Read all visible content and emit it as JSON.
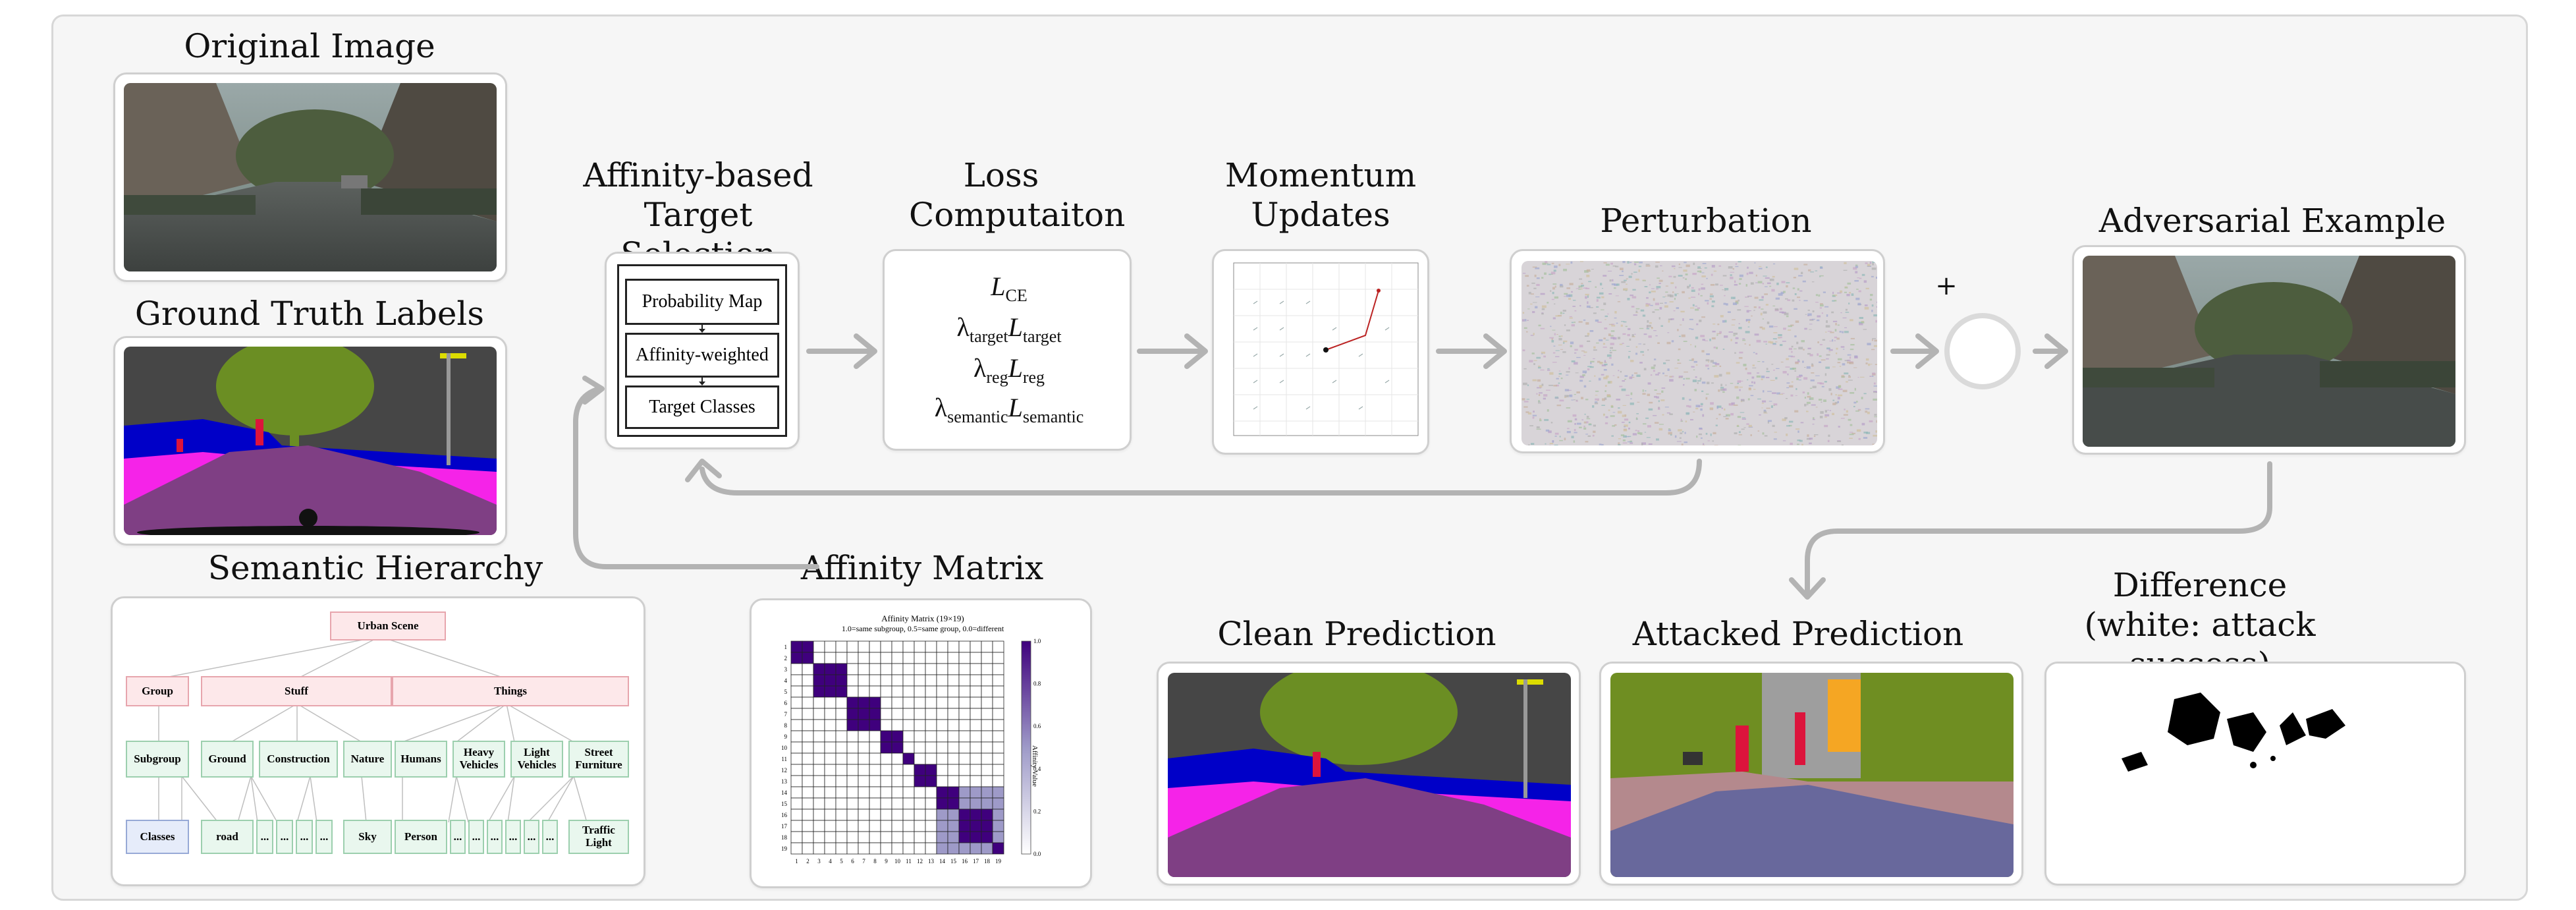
{
  "titles": {
    "original": "Original Image",
    "ground_truth": "Ground Truth Labels",
    "hierarchy": "Semantic Hierarchy",
    "affinity_selection": "Affinity-based Target Selection",
    "loss": "Loss Computaiton",
    "momentum": "Momentum Updates",
    "perturbation": "Perturbation",
    "adversarial": "Adversarial Example",
    "affinity_matrix": "Affinity Matrix",
    "clean_pred": "Clean Prediction",
    "attacked_pred": "Attacked Prediction",
    "difference": "Difference (white: attack success)"
  },
  "selection_boxes": [
    "Probability Map",
    "Affinity-weighted",
    "Target Classes"
  ],
  "loss_terms": [
    {
      "coef": "",
      "coef_sub": "",
      "term": "L",
      "term_sub": "CE"
    },
    {
      "coef": "λ",
      "coef_sub": "target",
      "term": "L",
      "term_sub": "target"
    },
    {
      "coef": "λ",
      "coef_sub": "reg",
      "term": "L",
      "term_sub": "reg"
    },
    {
      "coef": "λ",
      "coef_sub": "semantic",
      "term": "L",
      "term_sub": "semantic"
    }
  ],
  "plus_sign": "+",
  "hierarchy": {
    "root": "Urban Scene",
    "level1": [
      "Group",
      "Stuff",
      "Things"
    ],
    "level2": [
      "Subgroup",
      "Ground",
      "Construction",
      "Nature",
      "Humans",
      "Heavy Vehicles",
      "Light Vehicles",
      "Street Furniture"
    ],
    "level3": [
      "Classes",
      "road",
      "Sky",
      "Person",
      "Traffic Light"
    ],
    "ellipsis": "..."
  },
  "matrix": {
    "title": "Affinity Matrix (19×19)",
    "subtitle": "1.0=same subgroup, 0.5=same group, 0.0=different",
    "colorbar_label": "Affinity Value",
    "colorbar_ticks": [
      "1.0",
      "0.8",
      "0.6",
      "0.4",
      "0.2",
      "0.0"
    ],
    "size": 19,
    "groups": [
      [
        0,
        1
      ],
      [
        2,
        3,
        4
      ],
      [
        5,
        6,
        7
      ],
      [
        8,
        9
      ],
      [
        10
      ],
      [
        11,
        12
      ],
      [
        13,
        14,
        15,
        16,
        17,
        18
      ]
    ],
    "subgroups": [
      [
        0,
        1
      ],
      [
        2,
        3,
        4
      ],
      [
        5,
        6,
        7
      ],
      [
        8,
        9
      ],
      [
        10
      ],
      [
        11,
        12
      ],
      [
        13,
        14
      ],
      [
        15,
        16,
        17
      ],
      [
        18
      ]
    ]
  },
  "colors": {
    "seg_road": "#7f3f84",
    "seg_sidewalk": "#f523e8",
    "seg_building": "#464646",
    "seg_vegetation": "#6b8e23",
    "seg_car": "#0000a5",
    "seg_sky": "#4682b4",
    "seg_person": "#dc143c",
    "att_ground": "#b4898d",
    "att_road": "#68689c",
    "att_terrain": "#6f8e22",
    "arrow": "#b3b3b3",
    "matrix_high": "#3f007d",
    "matrix_mid": "#9e9ac8"
  }
}
